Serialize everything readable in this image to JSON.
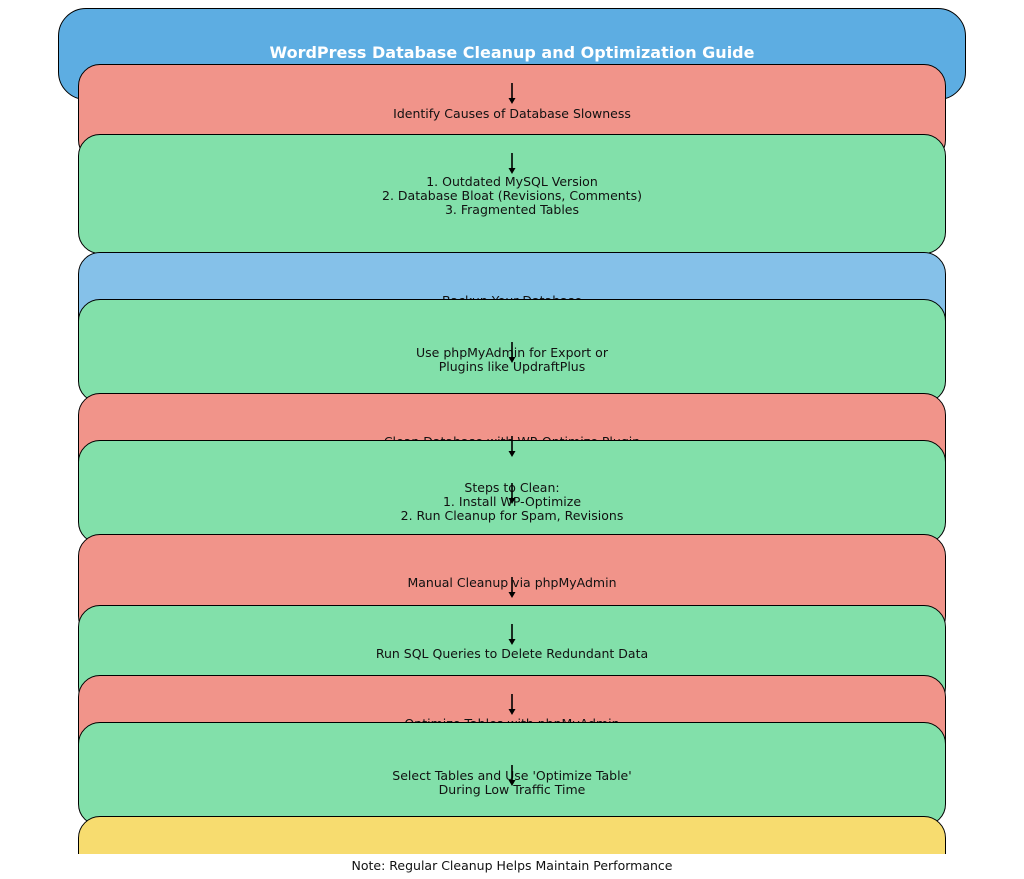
{
  "title": "WordPress Database Cleanup and Optimization Guide",
  "boxes": {
    "identify": "Identify Causes of Database Slowness",
    "causes": "1. Outdated MySQL Version\n2. Database Bloat (Revisions, Comments)\n3. Fragmented Tables",
    "backup": "Backup Your Database",
    "backup_method": "Use phpMyAdmin for Export or\nPlugins like UpdraftPlus",
    "clean_plugin": "Clean Database with WP-Optimize Plugin",
    "clean_steps": "Steps to Clean:\n1. Install WP-Optimize\n2. Run Cleanup for Spam, Revisions",
    "manual": "Manual Cleanup via phpMyAdmin",
    "sql": "Run SQL Queries to Delete Redundant Data",
    "optimize": "Optimize Tables with phpMyAdmin",
    "optimize_method": "Select Tables and Use 'Optimize Table'\nDuring Low Traffic Time"
  },
  "note": "Note: Regular Cleanup Helps Maintain Performance",
  "colors": {
    "title": "#5dade2",
    "red": "#f1948a",
    "green": "#82e0aa",
    "blue": "#85c1e9",
    "yellow": "#f7dc6f"
  }
}
